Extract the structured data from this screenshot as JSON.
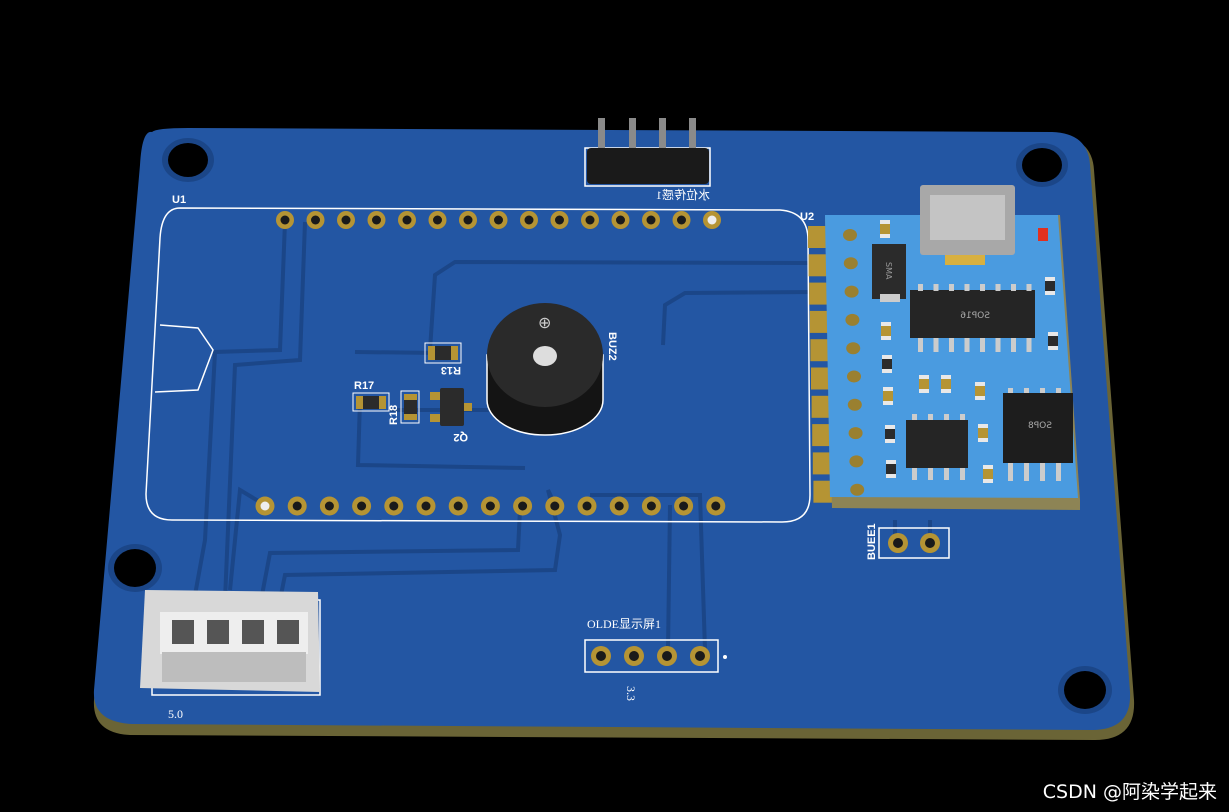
{
  "board": {
    "colors": {
      "board": "#2356a3",
      "edge": "#6a6436",
      "trace": "#1b4688",
      "silkscreen": "#ffffff",
      "module": "#4a9be0",
      "pad_gold": "#b59434"
    },
    "labels": {
      "u1": "U1",
      "u2": "U2",
      "buzzer": "BUZ2",
      "r13": "R13",
      "r17": "R17",
      "r18": "R18",
      "q2": "Q2",
      "buee1": "BUEE1",
      "oled": "OLDE显示屏1",
      "voltage_33": "3.3",
      "voltage_50": "5.0",
      "water_sensor": "水位传感1",
      "sop16": "SOP16",
      "sop8": "SOP8",
      "sma": "SMA"
    }
  },
  "watermark": "CSDN @阿染学起来"
}
